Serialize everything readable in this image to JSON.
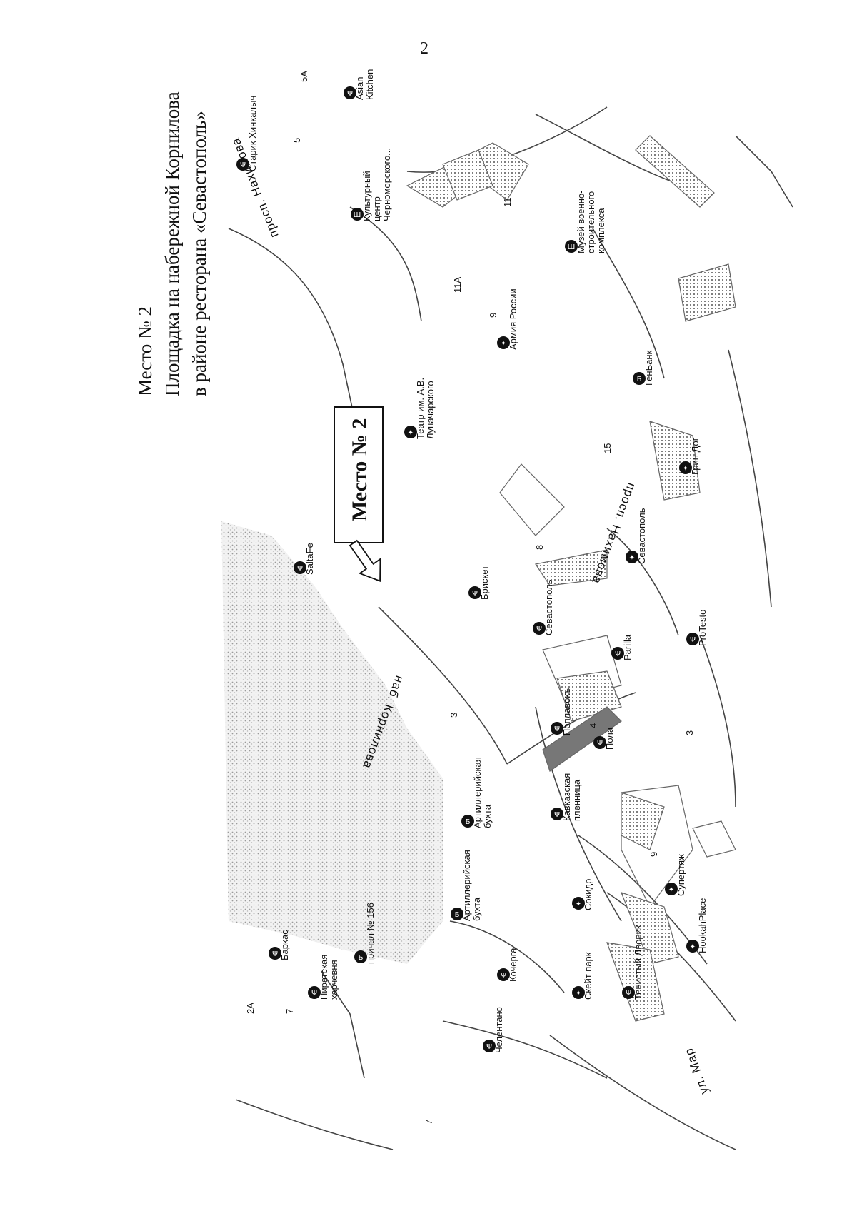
{
  "page_number": "2",
  "caption": {
    "line1": "Место № 2",
    "line2": "Площадка на набережной Корнилова",
    "line3": "в районе ресторана «Севастополь»"
  },
  "place_marker": "Место № 2",
  "streets": {
    "nakhimova_top": "просп. Нахимова",
    "nakhimova_bottom": "просп. Нахимова",
    "kornilova": "наб. Корнилова",
    "marat": "ул. Мар"
  },
  "pois": {
    "asian_kitchen": [
      "Asian",
      "Kitchen"
    ],
    "starik": "Старик Хинкалыч",
    "culture_center": [
      "Культурный",
      "центр",
      "Черноморского..."
    ],
    "museum": [
      "Музей военно-",
      "строительного",
      "комплекса"
    ],
    "army": "Армия России",
    "theatre": [
      "Театр им. А.В.",
      "Луначарского"
    ],
    "genbank": "ГенБанк",
    "green_dog": "Грин Дог",
    "saltafe": "SaltaFe",
    "brisket": "Брискет",
    "sevastopol_rest": "Севастополь",
    "sevastopol_hotel": "Севастополь",
    "parilla": "Parilla",
    "protesto": "ProTesto",
    "artillery_bay_1": [
      "Артиллерийская",
      "бухта"
    ],
    "artillery_bay_2": [
      "Артиллерийская",
      "бухта"
    ],
    "poplavok": "Поплавокъ",
    "pola": "Пола",
    "caucasian": [
      "Кавказская",
      "пленница"
    ],
    "sokidr": "Сокидр",
    "supertyazh": "Супертяж",
    "hookah": "HookahPlace",
    "skate": "Скейт парк",
    "shady_yard": "Тенистый Дворик",
    "kocherga": "Кочерга",
    "chelentano": "Челентано",
    "pirate": [
      "Пиратская",
      "харчевня"
    ],
    "barkas": "Баркас",
    "pier": "причал № 156"
  },
  "numbers": {
    "n5a": "5А",
    "n5": "5",
    "n11": "11",
    "n11a": "11А",
    "n9": "9",
    "n15": "15",
    "n8": "8",
    "n3a": "3",
    "n3b": "3",
    "n4": "4",
    "n9b": "9",
    "n2a": "2А",
    "n7a": "7",
    "n7b": "7"
  }
}
